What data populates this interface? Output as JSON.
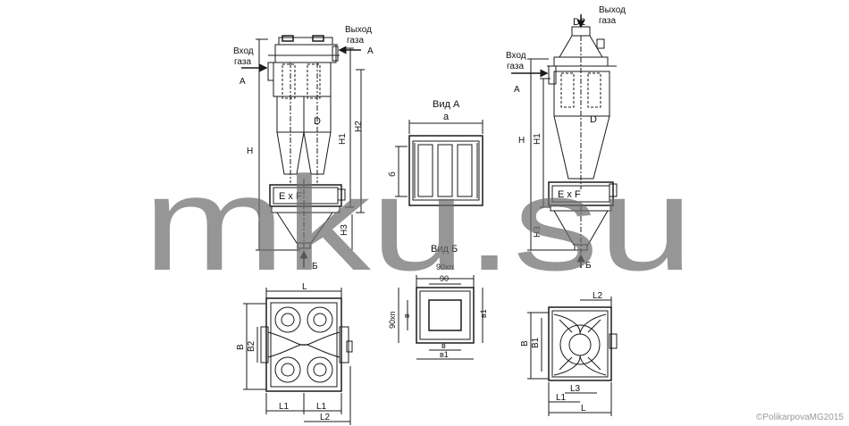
{
  "labels": {
    "vhod_gaza_1": "Вход",
    "vhod_gaza_2": "газа",
    "vyhod_gaza_1": "Выход",
    "vyhod_gaza_2": "газа",
    "view_letter_a": "А",
    "view_letter_b": "Б",
    "vid_a": "Вид А",
    "vid_b": "Вид Б"
  },
  "dims": {
    "H": "H",
    "H1": "H1",
    "H2": "H2",
    "H3": "H3",
    "D": "D",
    "D2": "D2",
    "ExF": "E x F",
    "a": "а",
    "b6": "б",
    "b90xn": "90хn",
    "b90": "90",
    "bv": "в",
    "bv1": "в1",
    "L": "L",
    "L1": "L1",
    "L2": "L2",
    "L3": "L3",
    "B": "B",
    "B1": "B1",
    "B2": "B2"
  },
  "watermark": "mku.su",
  "copyright": "©PolikarpovaMG2015",
  "colors": {
    "line": "#1a1a1a",
    "watermark": "#6e6e6e",
    "copyright": "#9a9a9a"
  }
}
